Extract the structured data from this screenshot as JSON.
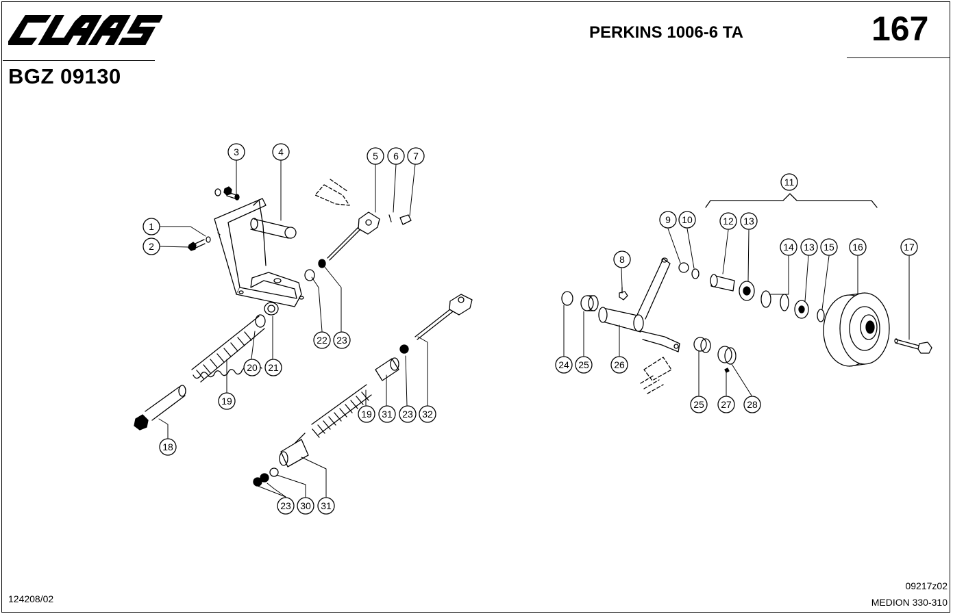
{
  "header": {
    "brand": "CLAAS",
    "engine": "PERKINS 1006-6 TA",
    "page_number": "167",
    "document_number": "BGZ 09130"
  },
  "footer": {
    "left_code": "124208/02",
    "right_code": "09217z02",
    "model": "MEDION 330-310"
  },
  "callouts": [
    "1",
    "2",
    "3",
    "4",
    "5",
    "6",
    "7",
    "8",
    "9",
    "10",
    "11",
    "12",
    "13",
    "13",
    "14",
    "15",
    "16",
    "17",
    "18",
    "19",
    "19",
    "20",
    "21",
    "22",
    "23",
    "23",
    "23",
    "24",
    "25",
    "25",
    "26",
    "27",
    "28",
    "30",
    "31",
    "31",
    "32"
  ]
}
